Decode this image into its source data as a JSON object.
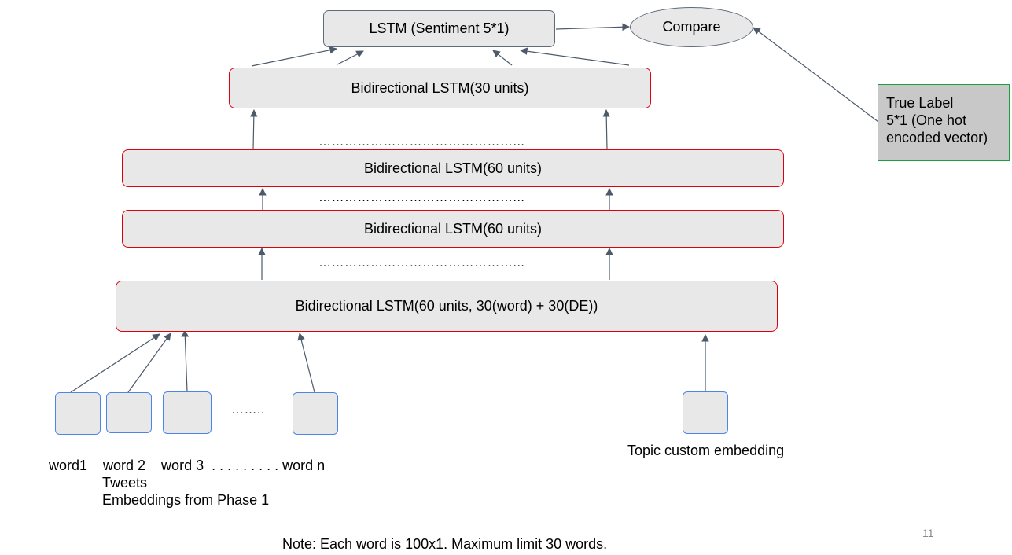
{
  "diagram": {
    "nodes": {
      "lstm_sentiment": "LSTM (Sentiment 5*1)",
      "compare": "Compare",
      "bilstm_30": "Bidirectional LSTM(30 units)",
      "bilstm_60_a": "Bidirectional LSTM(60 units)",
      "bilstm_60_b": "Bidirectional LSTM(60 units)",
      "bilstm_input": "Bidirectional LSTM(60 units, 30(word) + 30(DE))"
    },
    "true_label": [
      "True Label",
      "5*1 (One hot",
      "encoded vector)"
    ],
    "dots_layer": "………………………………………...",
    "dots_inputs": "……..",
    "word_labels": "word1    word 2    word 3  . . . . . . . . . word n",
    "tweets_label": "Tweets",
    "embeddings_label": "Embeddings from Phase 1",
    "topic_label": "Topic custom embedding",
    "note": "Note: Each word is 100x1. Maximum limit 30 words.",
    "page_number": "11"
  },
  "colors": {
    "box_fill": "#e8e8e8",
    "red_border": "#e0000d",
    "blue_border": "#4a86e8",
    "arrow": "#5f6b7a",
    "true_label_fill": "#c8c8c8",
    "true_label_border": "#18a040"
  }
}
